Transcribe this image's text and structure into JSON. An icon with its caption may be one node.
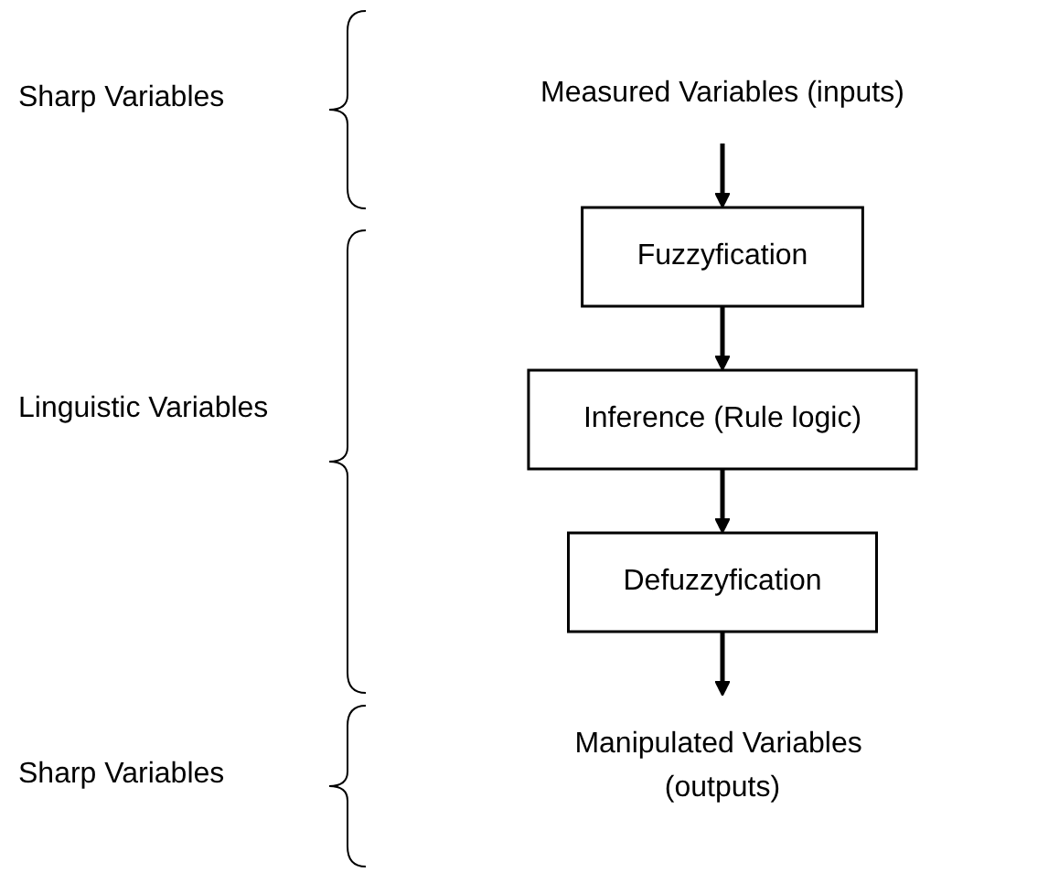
{
  "diagram": {
    "nodes": [
      {
        "text": [
          "Measured Variables (inputs)"
        ]
      },
      {
        "text": [
          "Fuzzyfication"
        ]
      },
      {
        "text": [
          "Inference (Rule logic)"
        ]
      },
      {
        "text": [
          "Defuzzyfication"
        ]
      },
      {
        "text": [
          "Manipulated Variables (outputs)"
        ]
      }
    ],
    "edges": [
      {
        "from": 0,
        "to": 1,
        "arrow": "to"
      },
      {
        "from": 1,
        "to": 2,
        "arrow": "to"
      },
      {
        "from": 2,
        "to": 3,
        "arrow": "to"
      },
      {
        "from": 3,
        "to": 4,
        "arrow": "to"
      }
    ],
    "labels": [
      "Sharp Variables",
      "Linguistic Variables",
      "Sharp Variables"
    ]
  }
}
